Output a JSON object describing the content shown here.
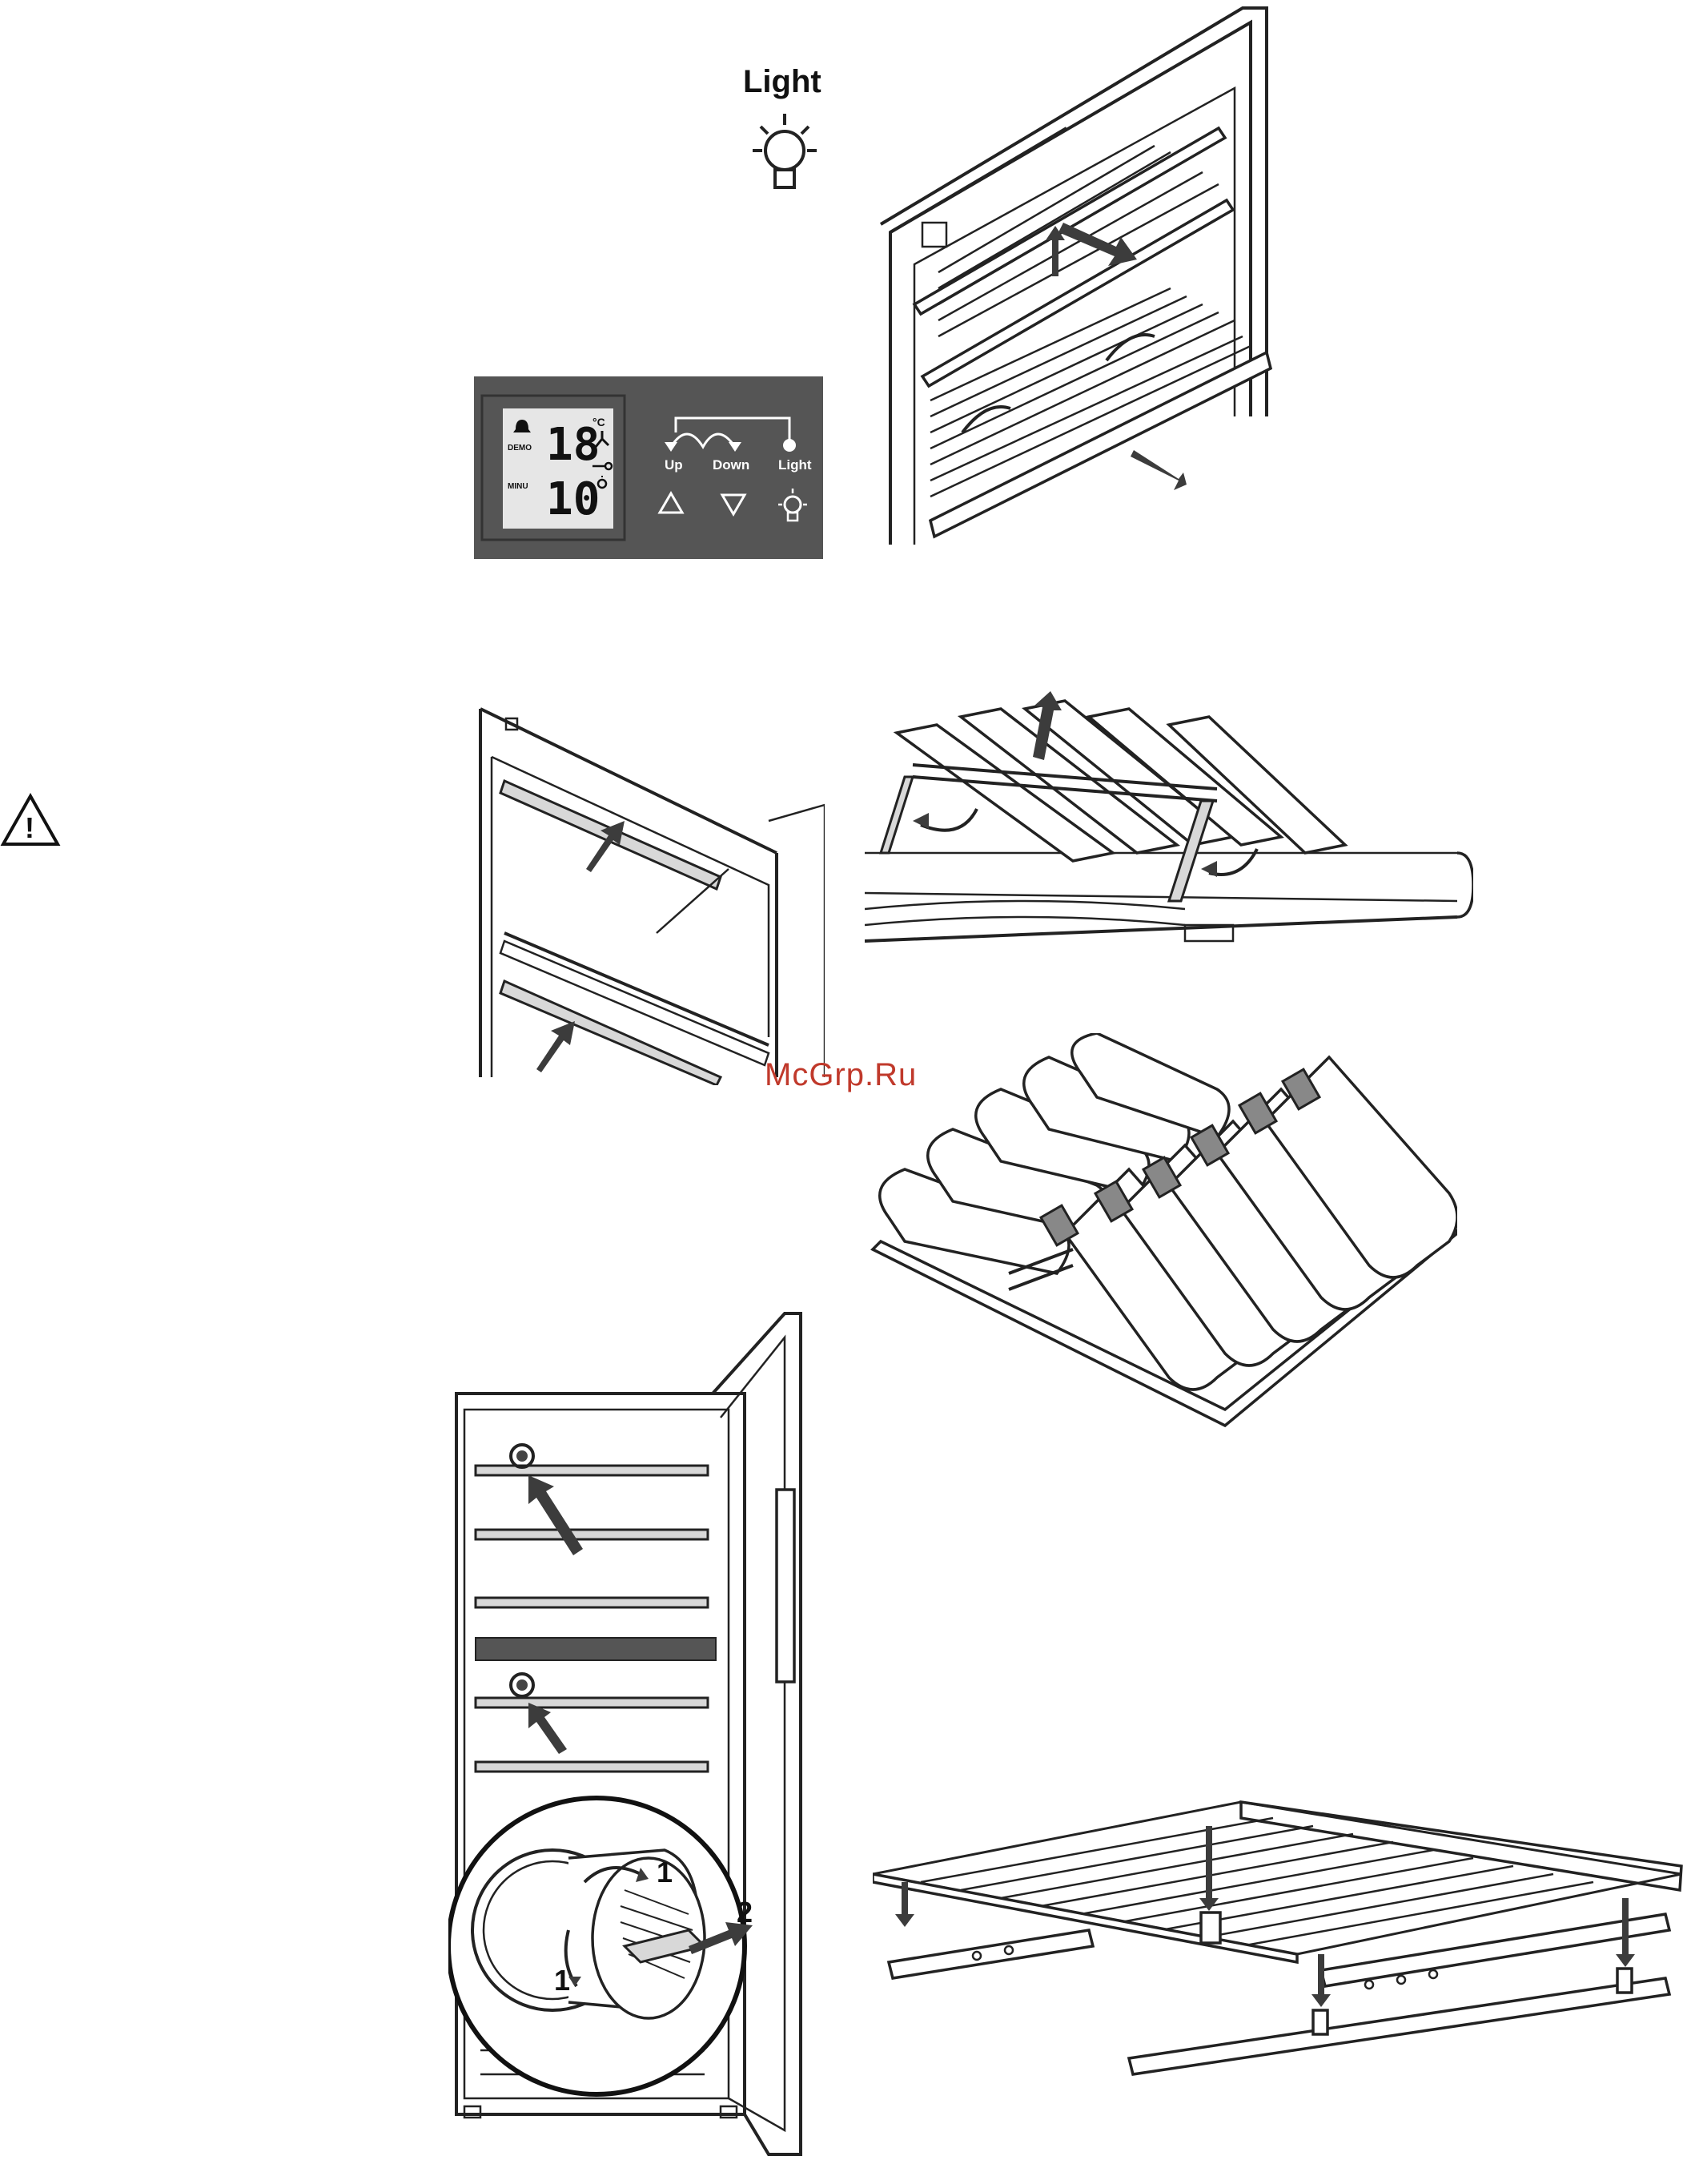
{
  "light_callout": {
    "label": "Light",
    "icon": "bulb-icon"
  },
  "control_panel": {
    "display": {
      "demo_label": "DEMO",
      "menu_label": "MINU",
      "top_value": "18",
      "bottom_value": "10",
      "unit": "°C",
      "bell_icon": "bell-icon",
      "fan_icon": "fan-icon",
      "key_icon": "key-icon",
      "light_icon": "bulb-icon"
    },
    "buttons": {
      "up_label": "Up",
      "down_label": "Down",
      "light_label": "Light"
    },
    "background_color": "#555555"
  },
  "warning": {
    "icon": "warning-triangle-icon",
    "symbol": "!"
  },
  "steps": {
    "step_one": "1",
    "step_one_b": "1",
    "step_two": "2"
  },
  "watermark": "McGrp.Ru"
}
